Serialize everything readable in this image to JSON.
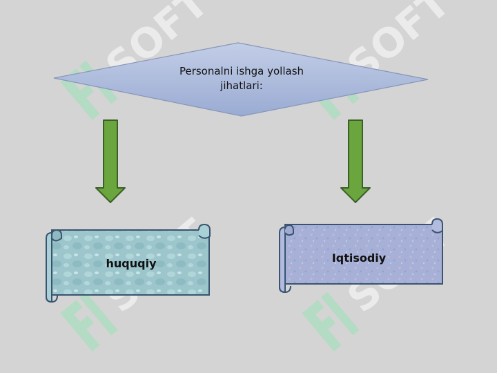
{
  "watermark": {
    "text": "SOFT",
    "color": "#ffffff",
    "logo_color": "#9fe0b7"
  },
  "diagram": {
    "root": {
      "text": "Personalni  ishga yollash jihatlari:",
      "fill": "#a9b9dc",
      "stroke": "#8795b8"
    },
    "arrows": {
      "fill": "#6aa53e",
      "stroke": "#3b5f25"
    },
    "left_scroll": {
      "text": "huquqiy",
      "fill": "#9cc6cc",
      "stroke": "#3a5470"
    },
    "right_scroll": {
      "text": "Iqtisodiy",
      "fill": "#a7b0d6",
      "stroke": "#3a5470"
    }
  }
}
